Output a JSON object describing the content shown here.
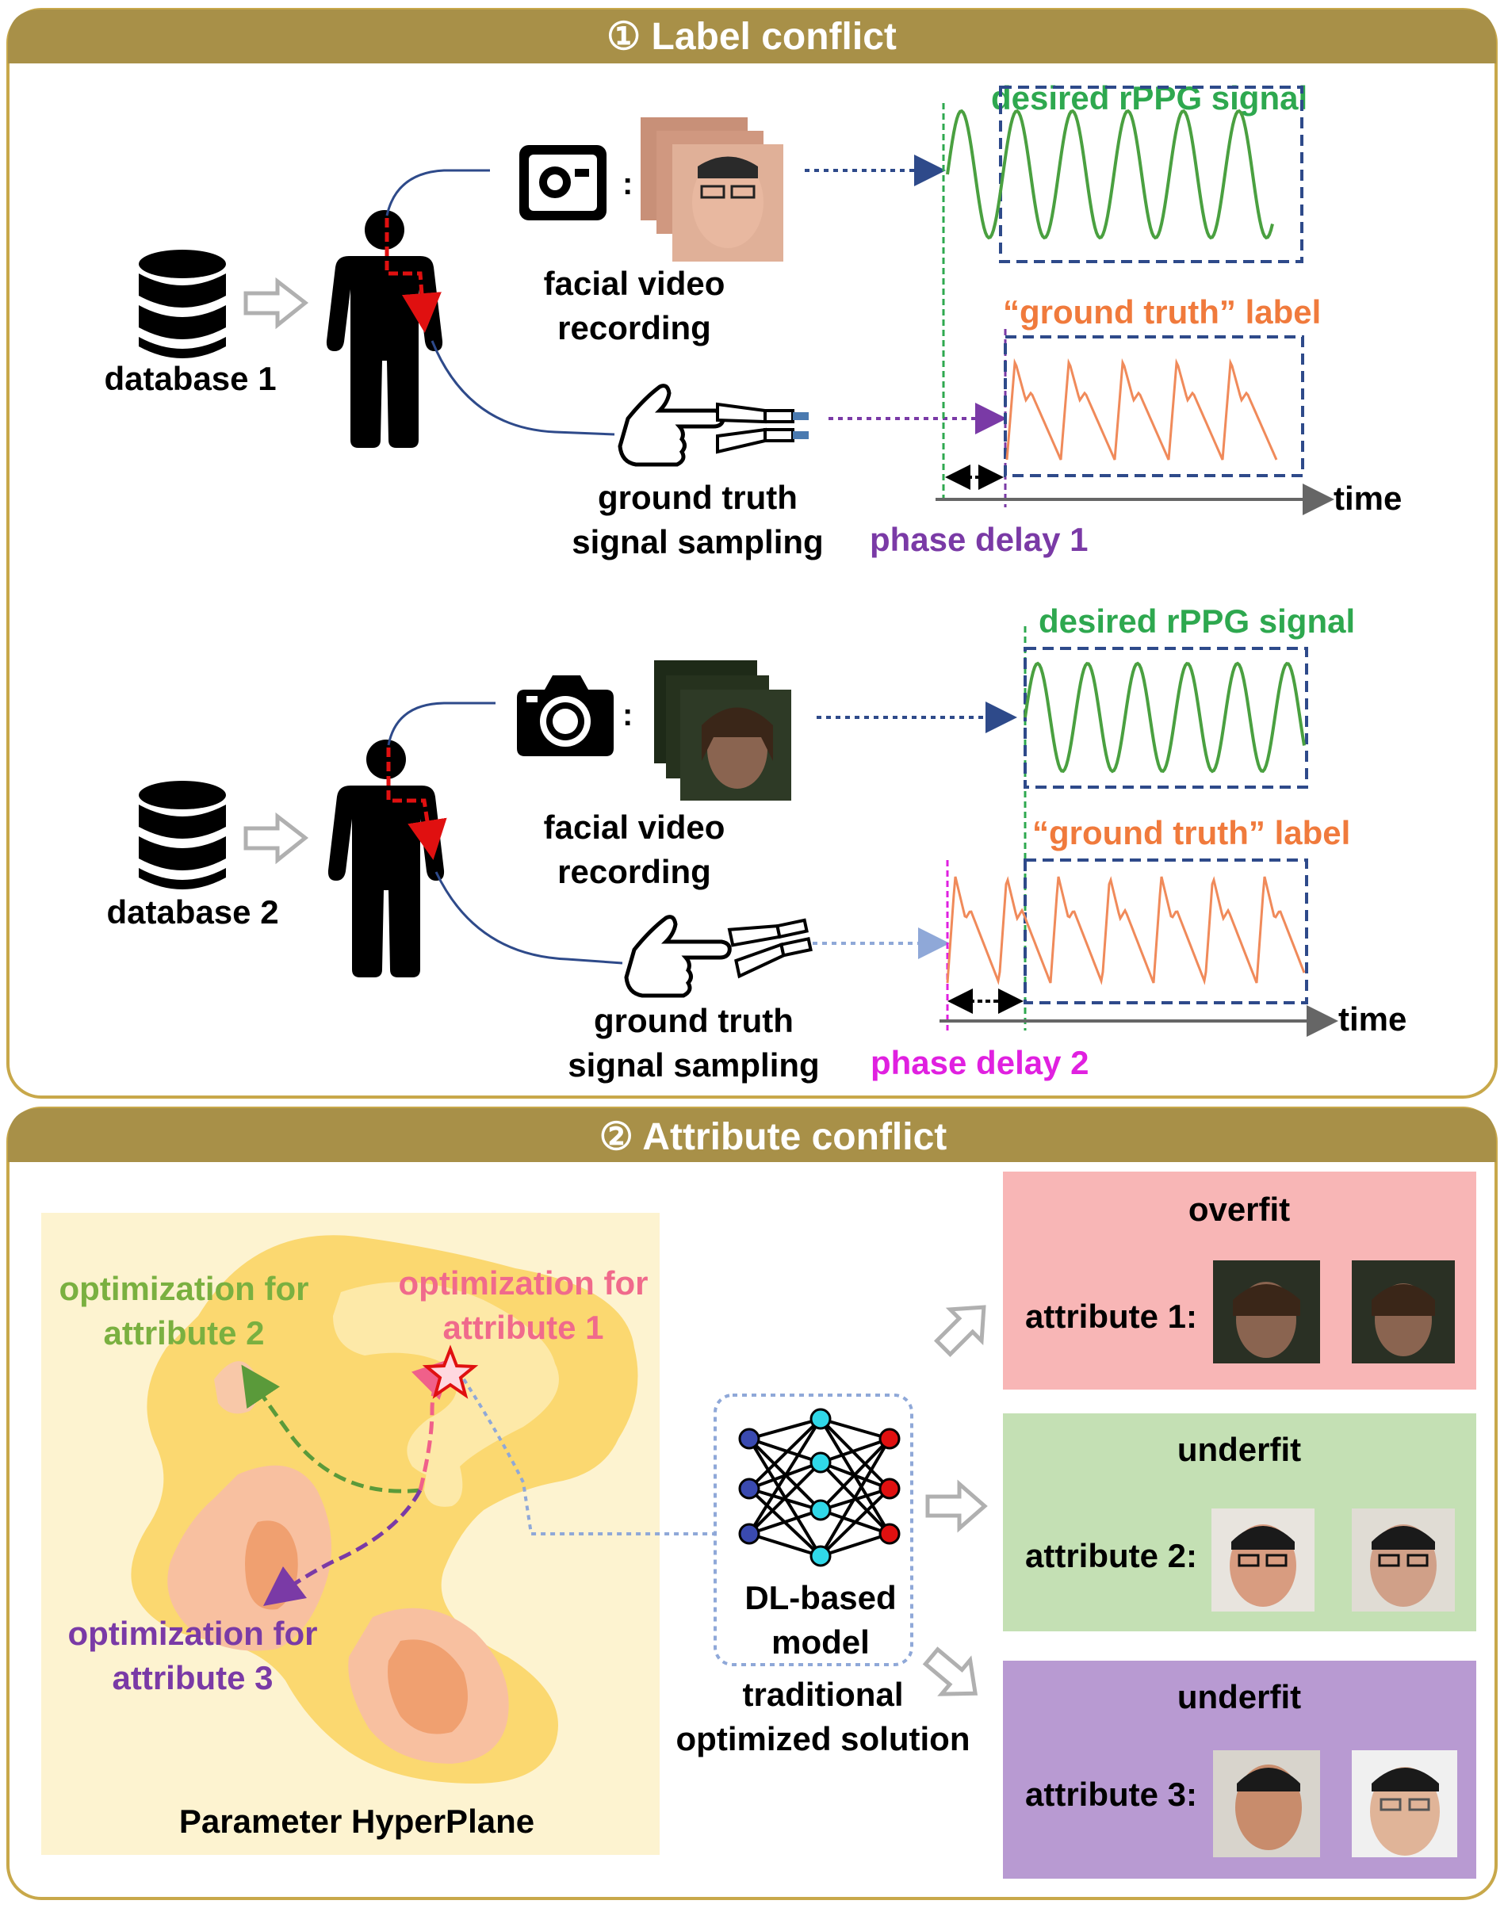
{
  "panel1": {
    "title": "① Label conflict",
    "row1": {
      "database_label": "database 1",
      "video_label_line1": "facial video",
      "video_label_line2": "recording",
      "sampling_label_line1": "ground truth",
      "sampling_label_line2": "signal sampling",
      "desired_label": "desired rPPG signal",
      "gt_label": "“ground truth” label",
      "time_label": "time",
      "phase_label": "phase delay 1"
    },
    "row2": {
      "database_label": "database 2",
      "video_label_line1": "facial video",
      "video_label_line2": "recording",
      "sampling_label_line1": "ground truth",
      "sampling_label_line2": "signal sampling",
      "desired_label": "desired rPPG signal",
      "gt_label": "“ground truth” label",
      "time_label": "time",
      "phase_label": "phase delay 2"
    }
  },
  "panel2": {
    "title": "② Attribute conflict",
    "hyperplane_label": "Parameter HyperPlane",
    "opt_attr2_line1": "optimization for",
    "opt_attr2_line2": "attribute 2",
    "opt_attr1_line1": "optimization for",
    "opt_attr1_line2": "attribute 1",
    "opt_attr3_line1": "optimization for",
    "opt_attr3_line2": "attribute 3",
    "model_line1": "DL-based",
    "model_line2": "model",
    "solution_line1": "traditional",
    "solution_line2": "optimized solution",
    "boxes": [
      {
        "status": "overfit",
        "attribute": "attribute 1:"
      },
      {
        "status": "underfit",
        "attribute": "attribute 2:"
      },
      {
        "status": "underfit",
        "attribute": "attribute 3:"
      }
    ]
  },
  "colors": {
    "header": "#a89048",
    "panel_border": "#c8a84a",
    "green_text": "#2ea84f",
    "orange_text": "#f07a3c",
    "purple_text": "#7a3aa6",
    "magenta_text": "#e020e0",
    "pink_text": "#f06a8c",
    "olive_green_text": "#7ab040",
    "overfit_bg": "#f8b6b6",
    "underfit2_bg": "#c4e0b4",
    "underfit3_bg": "#b89ad2"
  }
}
